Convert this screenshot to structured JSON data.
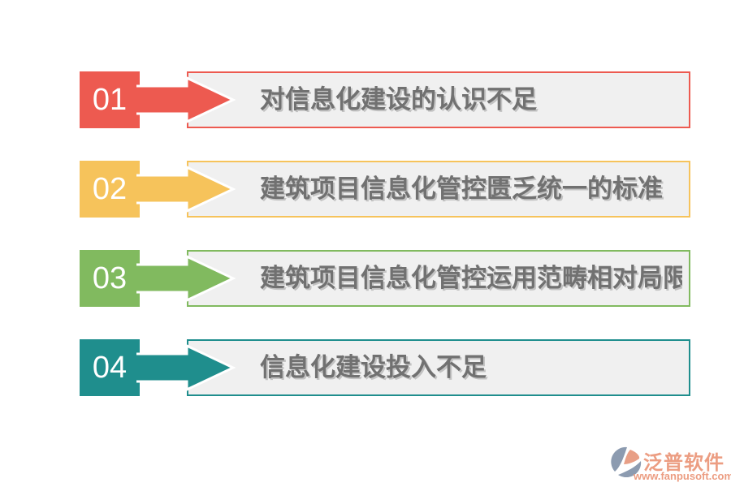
{
  "page": {
    "background": "#ffffff",
    "banner_background": "#f0f0f0",
    "label_color": "#717171",
    "label_shadow_color": "#c3c3c3"
  },
  "rows": [
    {
      "number": "01",
      "label": "对信息化建设的认识不足",
      "color": "#ed5a50"
    },
    {
      "number": "02",
      "label": "建筑项目信息化管控匮乏统一的标准",
      "color": "#f6c35b"
    },
    {
      "number": "03",
      "label": "建筑项目信息化管控运用范畴相对局限",
      "color": "#81ba5f"
    },
    {
      "number": "04",
      "label": "信息化建设投入不足",
      "color": "#1f8e8d"
    }
  ],
  "logo": {
    "name": "泛普软件",
    "url": "www.fanpusoft.com",
    "text_color": "#ec9d82",
    "icon_slate_color": "#8c9bb0",
    "icon_salmon_color": "#e89f86"
  }
}
